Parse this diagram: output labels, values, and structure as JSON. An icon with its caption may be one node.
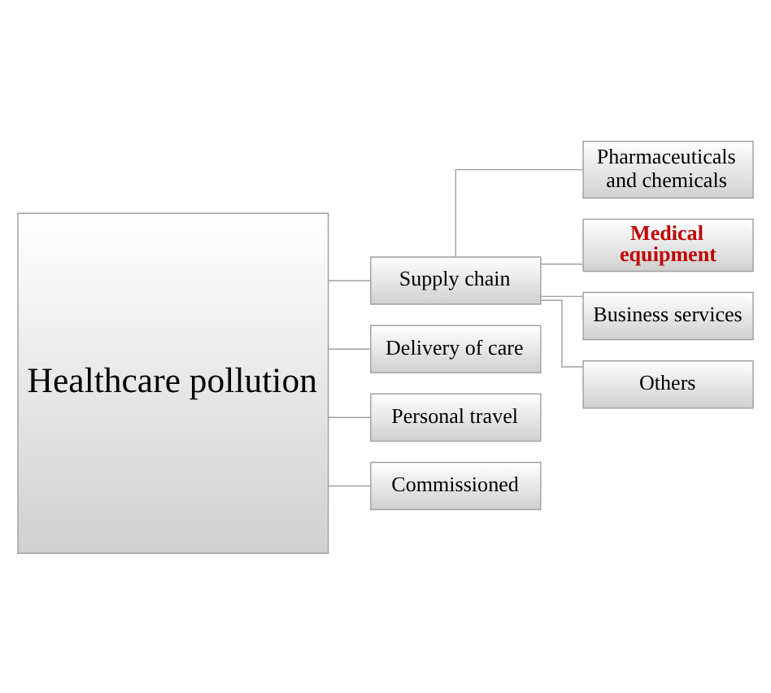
{
  "diagram": {
    "nodes": [
      {
        "text": [
          "Healthcare pollution"
        ]
      },
      {
        "text": [
          "Supply chain"
        ]
      },
      {
        "text": [
          "Delivery of care"
        ]
      },
      {
        "text": [
          "Personal travel"
        ]
      },
      {
        "text": [
          "Commissioned"
        ]
      },
      {
        "text": [
          "Pharmaceuticals and chemicals"
        ]
      },
      {
        "text": [
          "Medical equipment"
        ]
      },
      {
        "text": [
          "Business services"
        ]
      },
      {
        "text": [
          "Others"
        ]
      }
    ],
    "edges": [
      {
        "from": 0,
        "to": 1,
        "arrow": "none"
      },
      {
        "from": 0,
        "to": 2,
        "arrow": "none"
      },
      {
        "from": 0,
        "to": 3,
        "arrow": "none"
      },
      {
        "from": 0,
        "to": 4,
        "arrow": "none"
      },
      {
        "from": 1,
        "to": 5,
        "arrow": "none"
      },
      {
        "from": 1,
        "to": 6,
        "arrow": "none"
      },
      {
        "from": 1,
        "to": 7,
        "arrow": "none"
      },
      {
        "from": 1,
        "to": 8,
        "arrow": "none"
      }
    ]
  }
}
